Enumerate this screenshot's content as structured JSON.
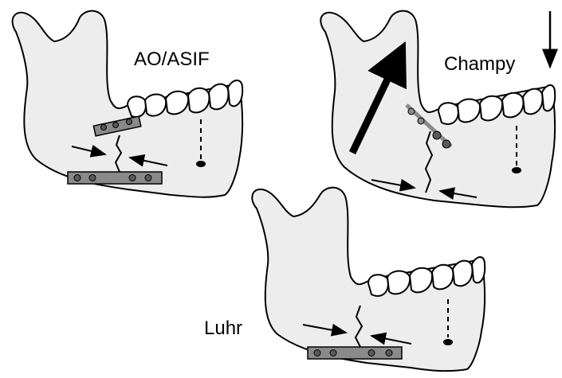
{
  "panels": [
    {
      "id": "ao-asif",
      "label": "AO/ASIF"
    },
    {
      "id": "champy",
      "label": "Champy"
    },
    {
      "id": "luhr",
      "label": "Luhr"
    }
  ],
  "colors": {
    "bone_fill": "#ededed",
    "outline": "#000000",
    "plate_fill": "#8a8a8a",
    "screw_fill": "#5a5a5a"
  }
}
